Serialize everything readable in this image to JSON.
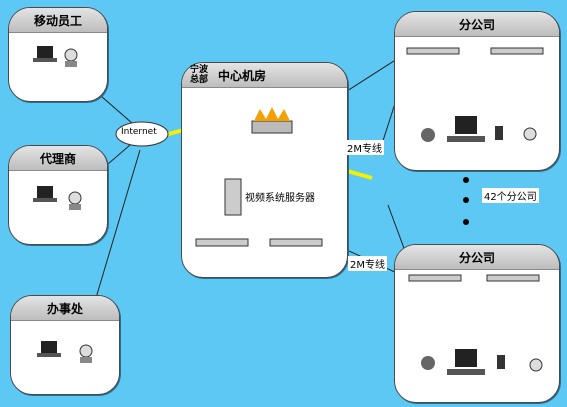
{
  "diagram": {
    "offices": {
      "mobile_staff": "移动员工",
      "agent": "代理商",
      "office": "办事处"
    },
    "hq": {
      "location": "宁波\n总部",
      "room": "中心机房",
      "video_server": "视频系统服务器"
    },
    "internet": "Internet",
    "branch_title": "分公司",
    "branch_title_bottom": "分公司",
    "link_2m_top": "2M专线",
    "link_2m_bottom": "2M专线",
    "branch_count": "42个分公司",
    "colors": {
      "background": "#5ec8f4",
      "lightning": "#f4f000",
      "box": "#ffffff"
    }
  }
}
